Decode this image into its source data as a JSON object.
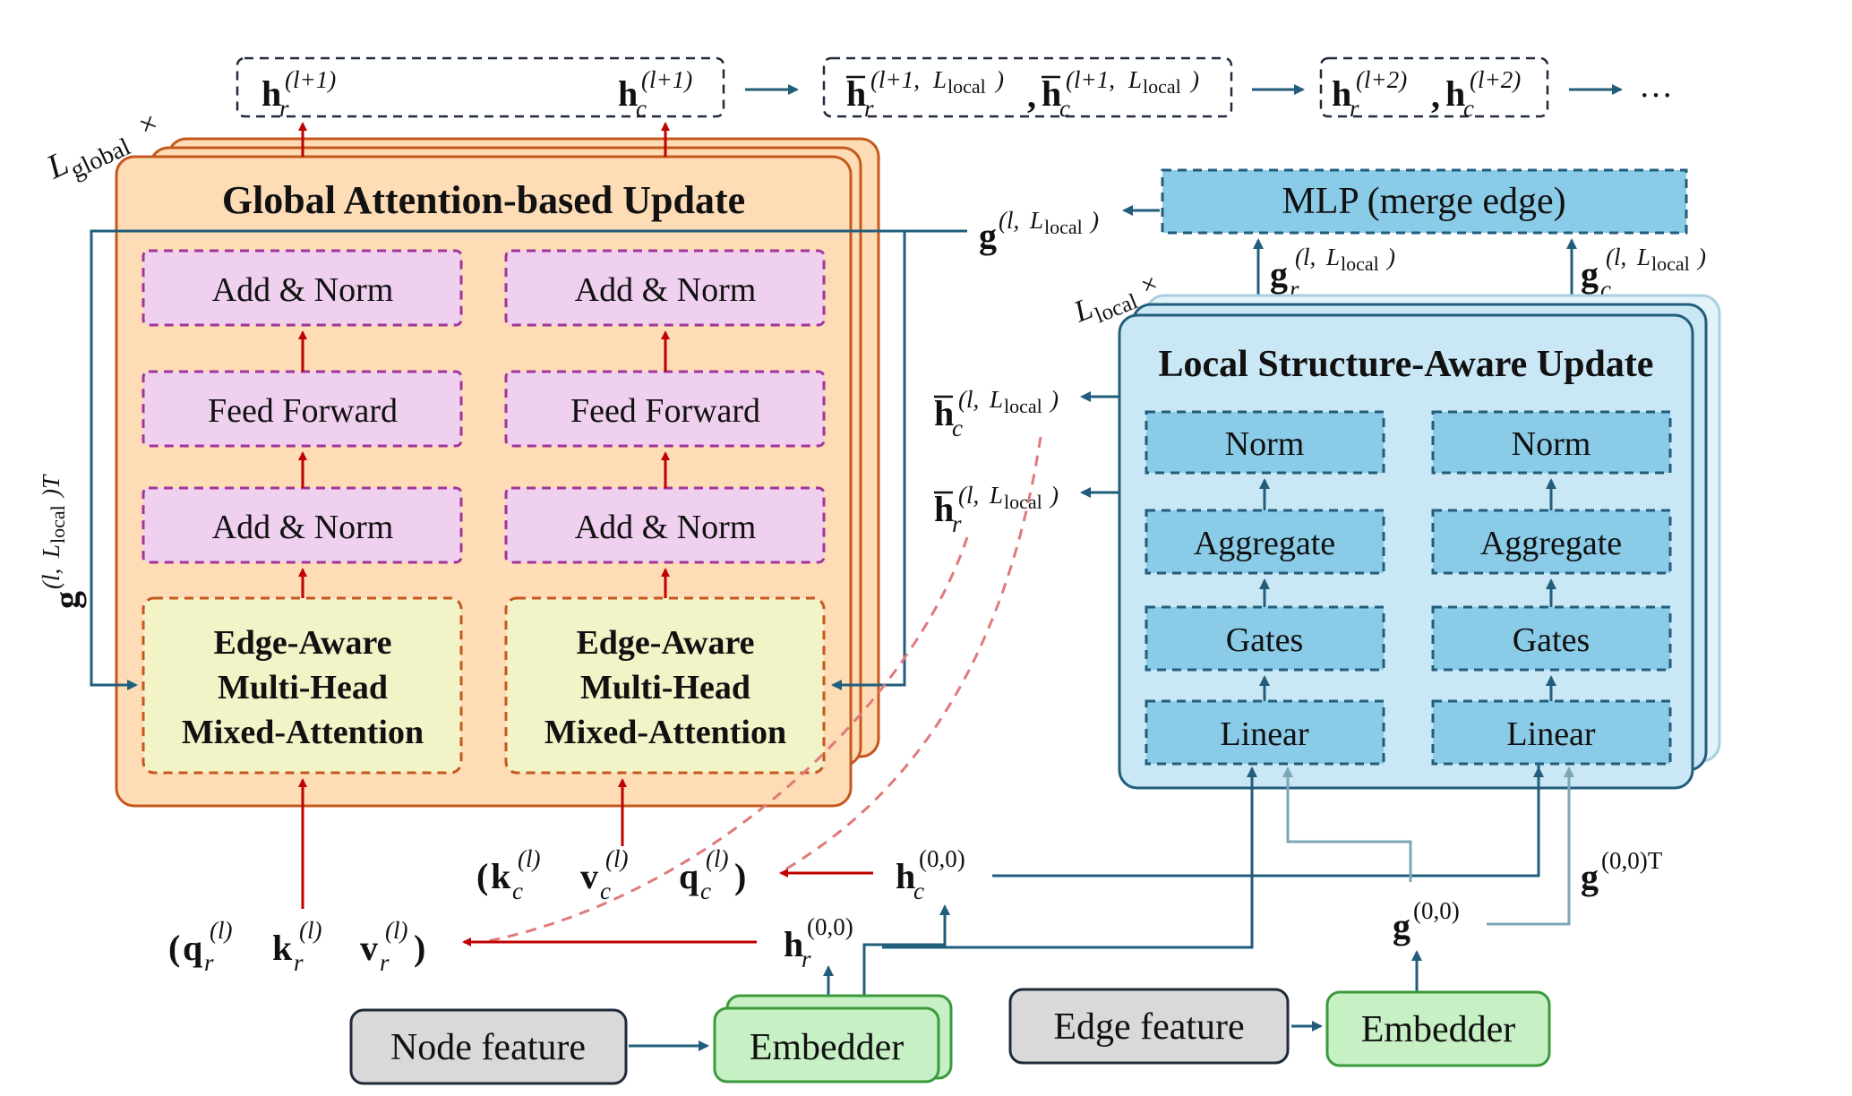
{
  "global_block": {
    "title": "Global Attention-based Update",
    "repeat_label": {
      "base": "L",
      "sub": "global",
      "suffix": "×"
    },
    "left_column": [
      "Add & Norm",
      "Feed Forward",
      "Add & Norm"
    ],
    "right_column": [
      "Add & Norm",
      "Feed Forward",
      "Add & Norm"
    ],
    "attention_block": [
      "Edge-Aware",
      "Multi-Head",
      "Mixed-Attention"
    ]
  },
  "local_block": {
    "title": "Local Structure-Aware Update",
    "repeat_label": {
      "base": "L",
      "sub": "local",
      "suffix": "×"
    },
    "column_items": [
      "Norm",
      "Aggregate",
      "Gates",
      "Linear"
    ]
  },
  "mlp": {
    "label": "MLP (merge edge)"
  },
  "inputs": {
    "node_feature": "Node feature",
    "edge_feature": "Edge feature",
    "embedder": "Embedder"
  },
  "outputs": {
    "ellipsis": "…",
    "comma": ","
  },
  "math": {
    "h": "h",
    "g": "g",
    "q": "q",
    "k": "k",
    "v": "v",
    "r": "r",
    "c": "c",
    "l": "(l)",
    "l_plus_1": "(l+1)",
    "l_plus_2": "(l+2)",
    "l_plus_1_L": "(l+1,",
    "l_L": "(l,",
    "L": "L",
    "local": "local",
    "close": ")",
    "close_T": ")T",
    "zero": "(0,0)",
    "zero_T": "(0,0)T",
    "open_paren": "(",
    "close_paren": ")"
  },
  "colors": {
    "global_fill": "#fddcb6",
    "global_stroke": "#c5581d",
    "pink_fill": "#efd0ee",
    "pink_stroke": "#a0359b",
    "yellow_fill": "#f3f3c8",
    "yellow_stroke": "#c5581d",
    "local_fill": "#c9e7f5",
    "local_stroke": "#215e7c",
    "blue_fill": "#8acbe8",
    "blue_stroke": "#215e7c",
    "red_arrow": "#c00000",
    "teal_arrow": "#215e7c",
    "light_teal": "#7ba7b8",
    "node_fill": "#d9d9d9",
    "node_stroke": "#1f2a3a",
    "green_fill": "#c7f0c5",
    "green_stroke": "#3a9a3c"
  }
}
